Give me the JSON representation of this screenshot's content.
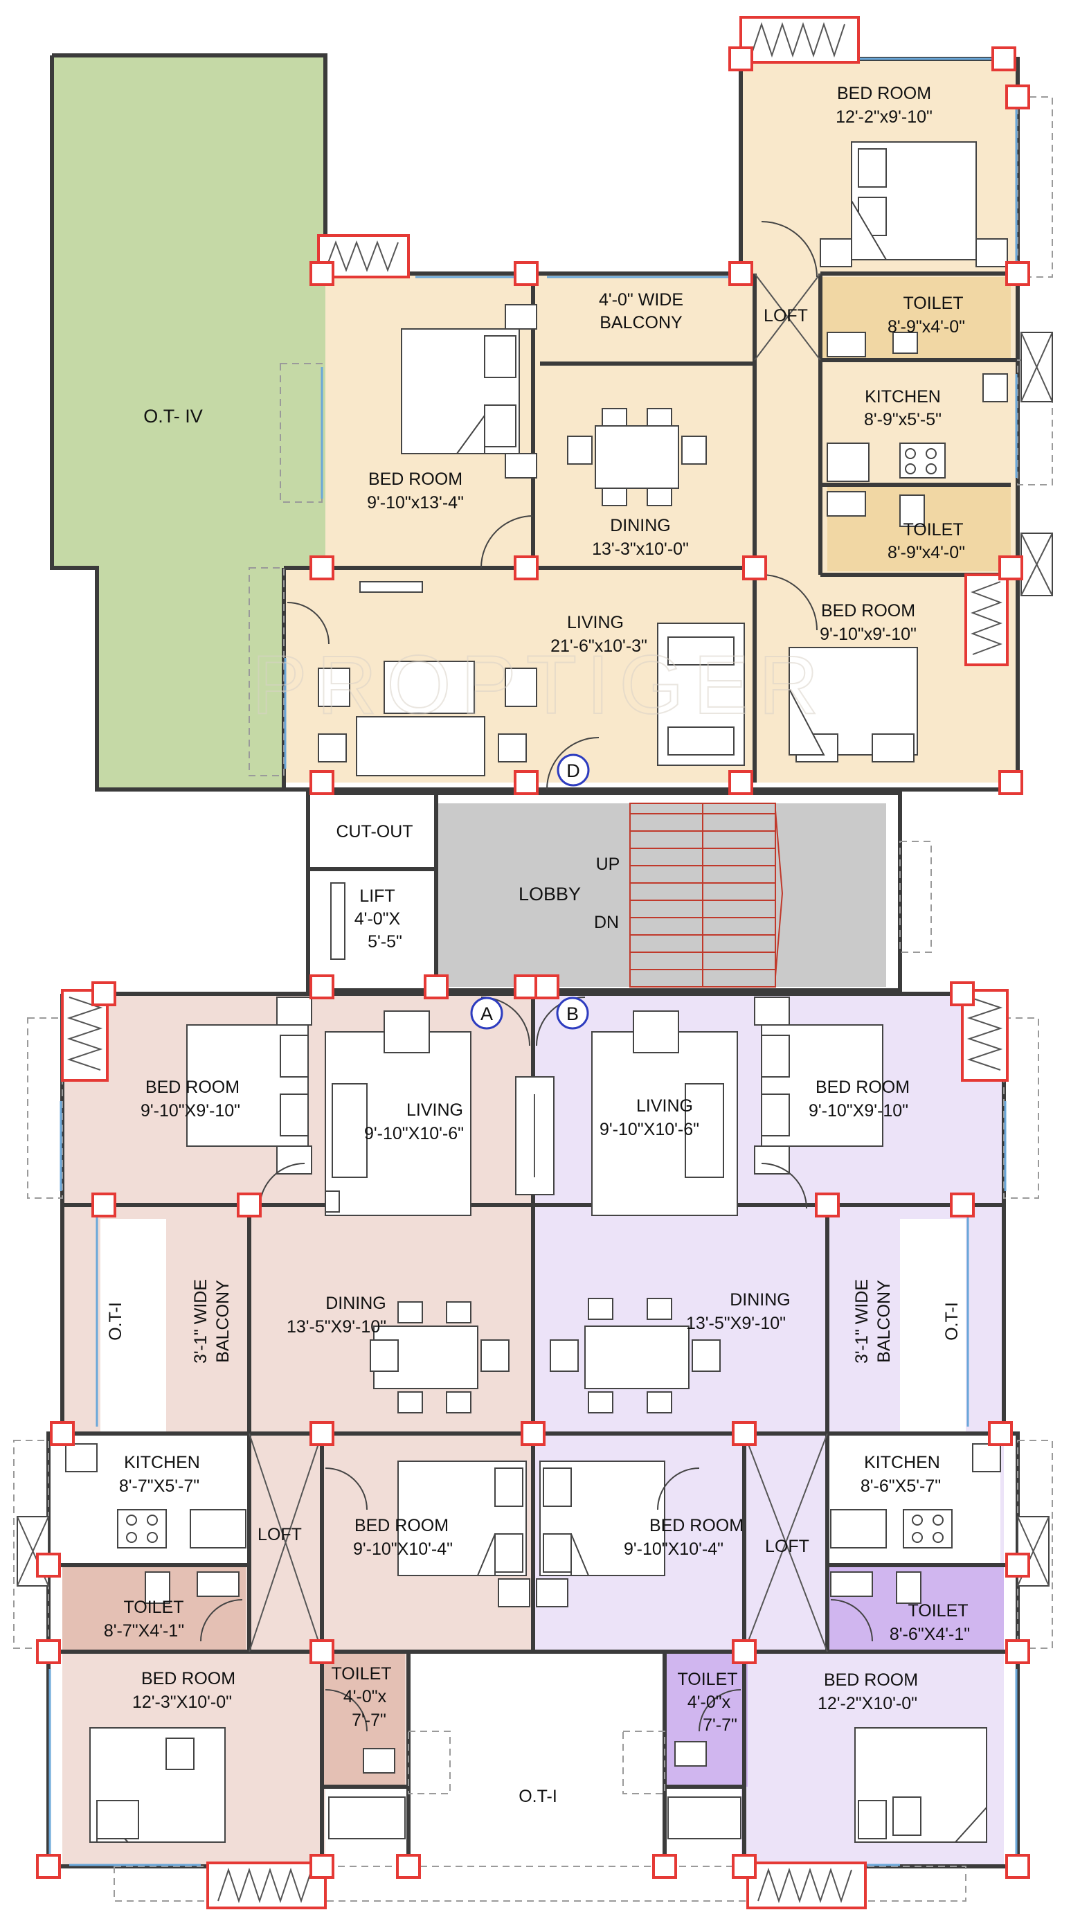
{
  "rooms": {
    "ot4": "O.T- IV",
    "d_bed1": {
      "name": "BED ROOM",
      "size": "12'-2\"x9'-10\""
    },
    "d_balcony": {
      "line1": "4'-0\" WIDE",
      "line2": "BALCONY"
    },
    "d_loft": "LOFT",
    "d_toilet1": {
      "name": "TOILET",
      "size": "8'-9\"x4'-0\""
    },
    "d_kitchen": {
      "name": "KITCHEN",
      "size": "8'-9\"x5'-5\""
    },
    "d_bed2": {
      "name": "BED ROOM",
      "size": "9'-10\"x13'-4\""
    },
    "d_dining": {
      "name": "DINING",
      "size": "13'-3\"x10'-0\""
    },
    "d_toilet2": {
      "name": "TOILET",
      "size": "8'-9\"x4'-0\""
    },
    "d_living": {
      "name": "LIVING",
      "size": "21'-6\"x10'-3\""
    },
    "d_bed3": {
      "name": "BED ROOM",
      "size": "9'-10\"x9'-10\""
    },
    "cutout": "CUT-OUT",
    "lift": {
      "name": "LIFT",
      "size1": "4'-0\"X",
      "size2": "5'-5\""
    },
    "lobby": "LOBBY",
    "up": "UP",
    "dn": "DN",
    "a_bed1": {
      "name": "BED ROOM",
      "size": "9'-10\"X9'-10\""
    },
    "a_living": {
      "name": "LIVING",
      "size": "9'-10\"X10'-6\""
    },
    "b_living": {
      "name": "LIVING",
      "size": "9'-10\"X10'-6\""
    },
    "b_bed1": {
      "name": "BED ROOM",
      "size": "9'-10\"X9'-10\""
    },
    "ot1_left": "O.T-I",
    "a_balcony": {
      "line1": "3'-1\" WIDE",
      "line2": "BALCONY"
    },
    "a_dining": {
      "name": "DINING",
      "size": "13'-5\"X9'-10\""
    },
    "b_dining": {
      "name": "DINING",
      "size": "13'-5\"X9'-10\""
    },
    "b_balcony": {
      "line1": "3'-1\" WIDE",
      "line2": "BALCONY"
    },
    "ot1_right": "O.T-I",
    "a_kitchen": {
      "name": "KITCHEN",
      "size": "8'-7\"X5'-7\""
    },
    "a_loft": "LOFT",
    "a_bed2": {
      "name": "BED ROOM",
      "size": "9'-10\"X10'-4\""
    },
    "b_bed2": {
      "name": "BED ROOM",
      "size": "9'-10\"X10'-4\""
    },
    "b_loft": "LOFT",
    "b_kitchen": {
      "name": "KITCHEN",
      "size": "8'-6\"X5'-7\""
    },
    "a_toilet1": {
      "name": "TOILET",
      "size": "8'-7\"X4'-1\""
    },
    "b_toilet1": {
      "name": "TOILET",
      "size": "8'-6\"X4'-1\""
    },
    "a_bed3": {
      "name": "BED ROOM",
      "size": "12'-3\"X10'-0\""
    },
    "a_toilet2": {
      "name": "TOILET",
      "size1": "4'-0\"x",
      "size2": "7'-7\""
    },
    "ot1_bottom": "O.T-I",
    "b_toilet2": {
      "name": "TOILET",
      "size1": "4'-0\"x",
      "size2": "7'-7\""
    },
    "b_bed3": {
      "name": "BED ROOM",
      "size": "12'-2\"X10'-0\""
    }
  },
  "unit_tags": {
    "d": "D",
    "a": "A",
    "b": "B"
  },
  "watermark": "PROPTIGER",
  "colors": {
    "unit_d": "#f9e8cb",
    "unit_d_wet": "#f1d7a4",
    "unit_a": "#f1ddd7",
    "unit_a_wet": "#e4c0b4",
    "unit_b": "#ece3f8",
    "unit_b_wet": "#d0b6ef",
    "ot4": "#c5d9a6",
    "lobby": "#cacaca",
    "column": "#e53935",
    "stair": "#c0392b",
    "window": "#6aa7d9",
    "tag_circle": "#2d3cbf"
  }
}
